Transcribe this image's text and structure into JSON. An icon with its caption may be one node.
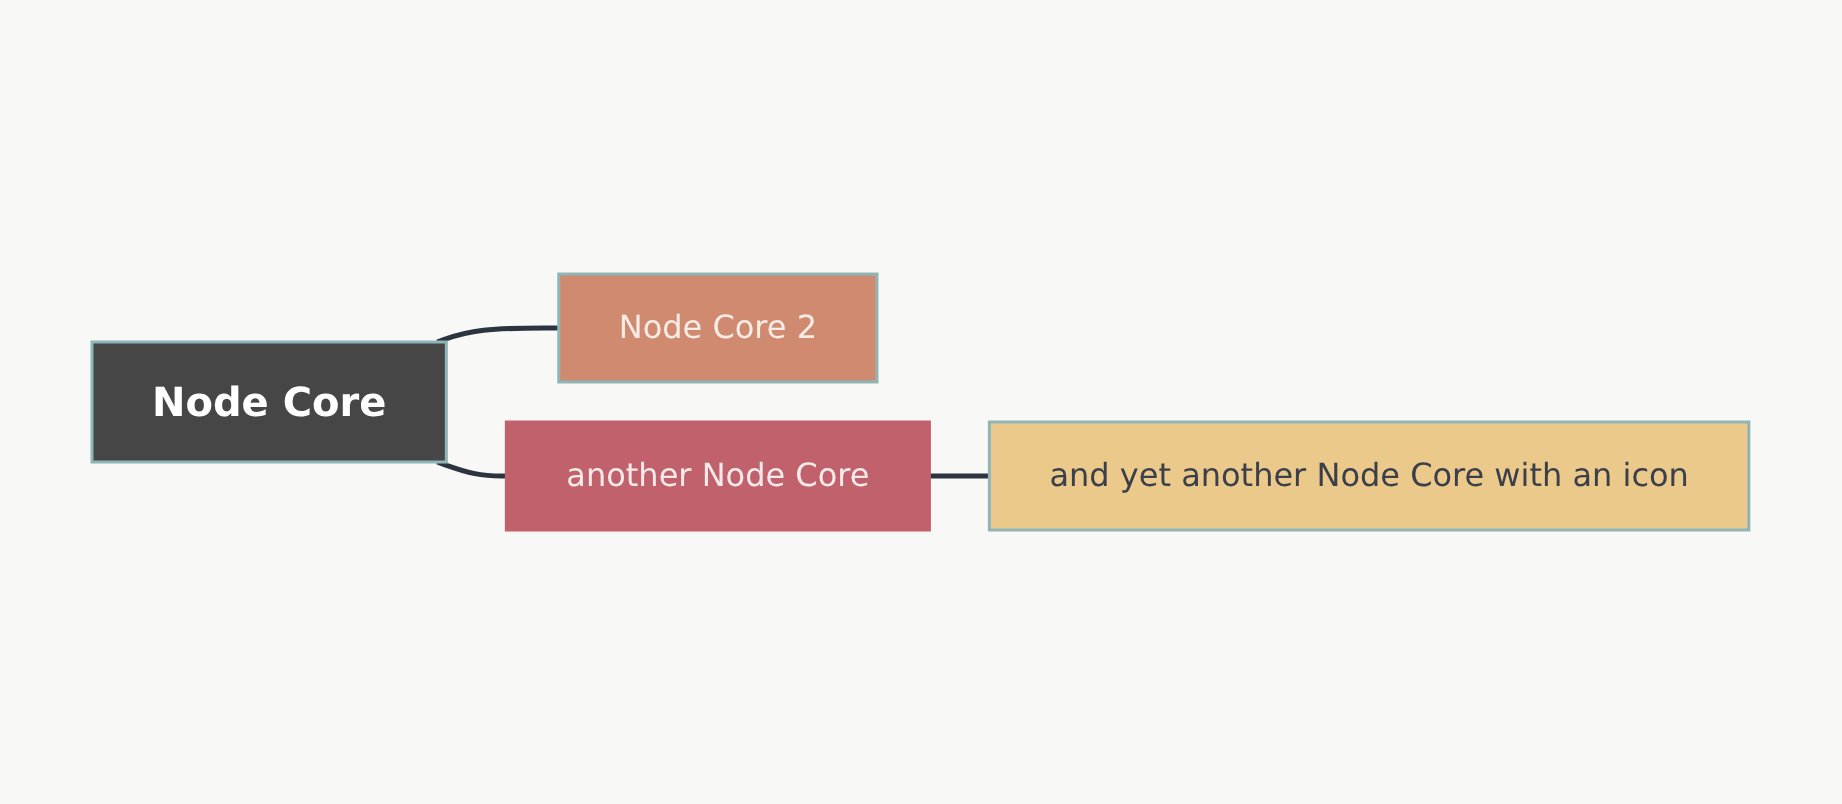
{
  "diagram": {
    "nodes": [
      {
        "text": [
          "Node Core"
        ]
      },
      {
        "text": [
          "Node Core 2"
        ]
      },
      {
        "text": [
          "another Node Core"
        ]
      },
      {
        "text": [
          "and yet another Node Core with an icon"
        ]
      }
    ],
    "edges": [
      {
        "from": 0,
        "to": 1,
        "arrow": "none"
      },
      {
        "from": 0,
        "to": 2,
        "arrow": "none"
      },
      {
        "from": 2,
        "to": 3,
        "arrow": "none"
      }
    ]
  }
}
